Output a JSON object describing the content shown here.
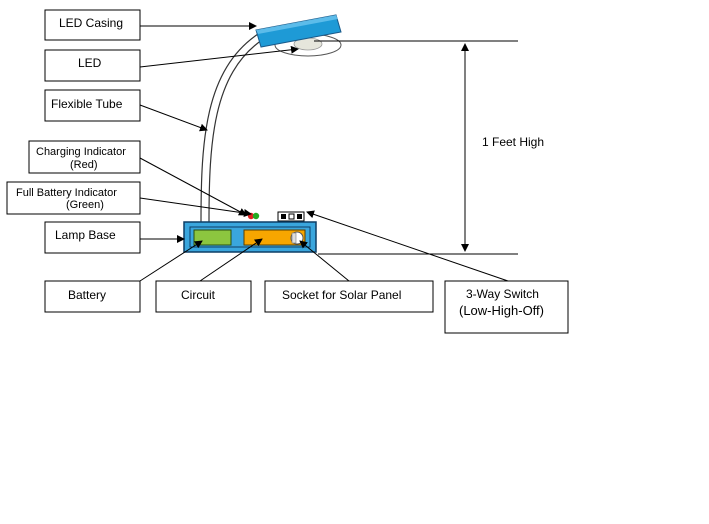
{
  "labels": {
    "led_casing": "LED Casing",
    "led": "LED",
    "flexible_tube": "Flexible Tube",
    "charging_indicator": "Charging Indicator",
    "charging_indicator_color": "(Red)",
    "full_battery_indicator": "Full Battery Indicator",
    "full_battery_indicator_color": "(Green)",
    "lamp_base": "Lamp Base",
    "battery": "Battery",
    "circuit": "Circuit",
    "socket": "Socket for Solar Panel",
    "switch": "3-Way Switch",
    "switch_modes": "(Low-High-Off)",
    "height": "1 Feet High"
  },
  "colors": {
    "casing_blue": "#1e9ad6",
    "base_blue": "#3aa6dd",
    "battery_green": "#8cc63f",
    "circuit_orange": "#f7a600",
    "led_grey": "#e6e6dc",
    "indicator_red": "#e02020",
    "indicator_green": "#22aa22"
  }
}
